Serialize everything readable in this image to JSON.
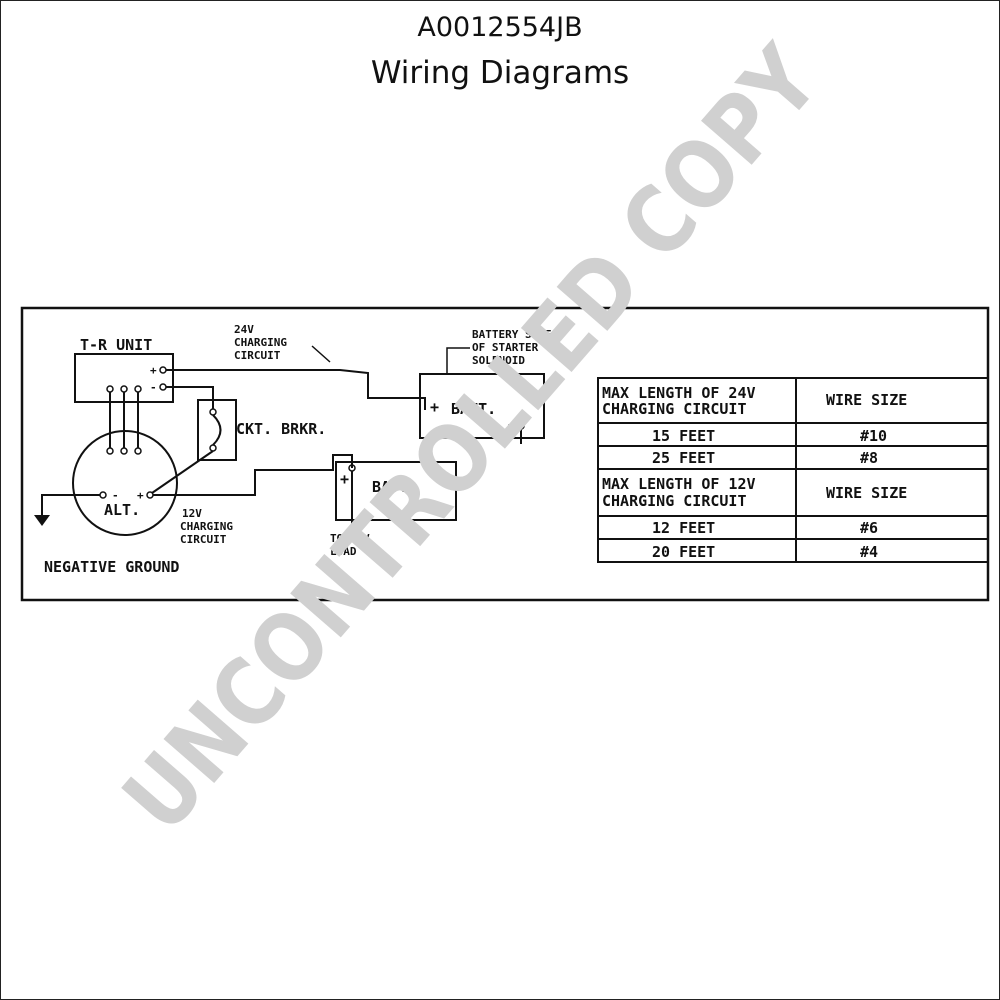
{
  "header": {
    "doc_id": "A0012554JB",
    "title": "Wiring Diagrams"
  },
  "diagram": {
    "tr_unit": "T-R UNIT",
    "charging_24v_line1": "24V",
    "charging_24v_line2": "CHARGING",
    "charging_24v_line3": "CIRCUIT",
    "battery_side_line1": "BATTERY SIDE",
    "battery_side_line2": "OF STARTER",
    "battery_side_line3": "SOLENOID",
    "batt_24v": "BATT.",
    "batt_12v": "BATT.",
    "plus_sign": "+",
    "minus_sign": "-",
    "ckt_brkr": "CKT. BRKR.",
    "alt": "ALT.",
    "charging_12v_line1": "12V",
    "charging_12v_line2": "CHARGING",
    "charging_12v_line3": "CIRCUIT",
    "to_12v_line1": "TO 12V",
    "to_12v_line2": "LOAD",
    "negative_ground": "NEGATIVE GROUND"
  },
  "table_24v": {
    "header_line1": "MAX LENGTH OF 24V",
    "header_line2": "CHARGING CIRCUIT",
    "col2_header": "WIRE SIZE",
    "rows": [
      {
        "length": "15 FEET",
        "size": "#10"
      },
      {
        "length": "25 FEET",
        "size": "#8"
      }
    ]
  },
  "table_12v": {
    "header_line1": "MAX LENGTH OF 12V",
    "header_line2": "CHARGING CIRCUIT",
    "col2_header": "WIRE SIZE",
    "rows": [
      {
        "length": "12 FEET",
        "size": "#6"
      },
      {
        "length": "20 FEET",
        "size": "#4"
      }
    ]
  },
  "watermark": {
    "text": "UNCONTROLLED COPY",
    "color": "#d0d0d0"
  }
}
